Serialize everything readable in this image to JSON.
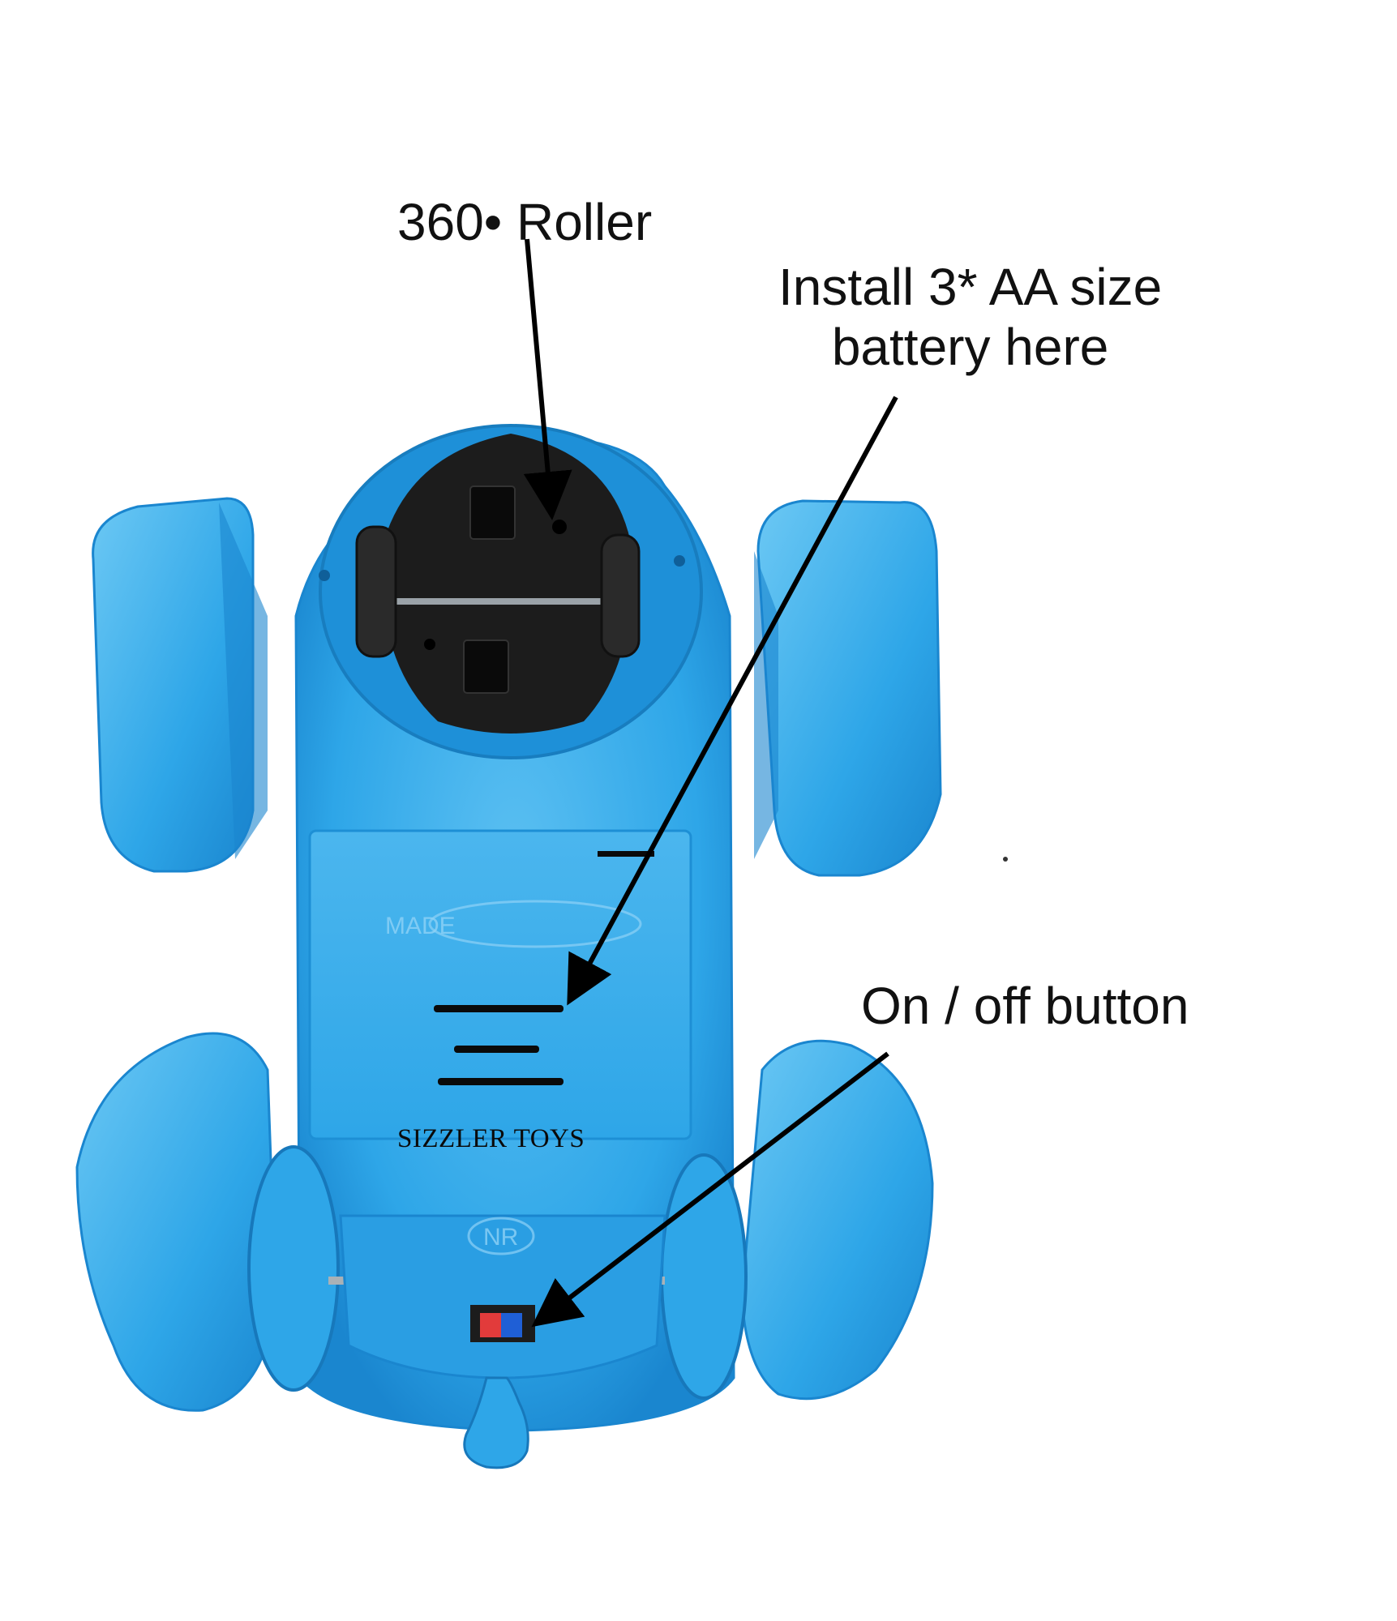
{
  "callouts": {
    "roller": "360• Roller",
    "battery_line1": "Install 3* AA size",
    "battery_line2": "battery here",
    "on_off": "On / off button"
  },
  "product": {
    "brand_text": "SIZZLER TOYS",
    "embossed_text": "MADE",
    "embossed_badge": "NR"
  },
  "colors": {
    "toy_blue": "#2ea6e8",
    "toy_blue_dark": "#1a86cf",
    "toy_blue_light": "#6cc8f4",
    "roller_black": "#1c1c1c",
    "arrow": "#000000",
    "switch_red": "#e23b3b",
    "switch_blue": "#1f5fd6"
  }
}
